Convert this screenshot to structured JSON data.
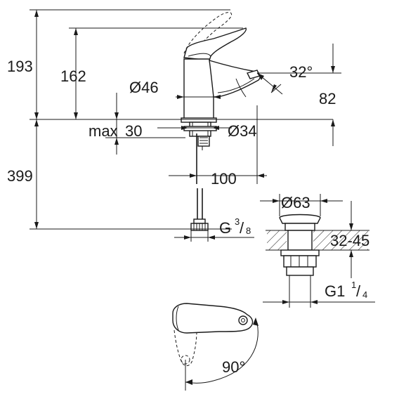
{
  "dimensions": {
    "height_total": "193",
    "height_spout": "162",
    "body_diameter": "Ø46",
    "spout_angle": "32°",
    "spout_height": "82",
    "max_deck": "max",
    "max_deck_value": "30",
    "hole_diameter": "Ø34",
    "projection": "100",
    "hose_length": "399",
    "connection_thread_prefix": "G",
    "connection_thread_num": "3",
    "connection_thread_den": "8",
    "waste_diameter": "Ø63",
    "waste_range": "32-45",
    "waste_thread_prefix": "G1",
    "waste_thread_num": "1",
    "waste_thread_den": "4",
    "handle_rotation": "90°"
  }
}
